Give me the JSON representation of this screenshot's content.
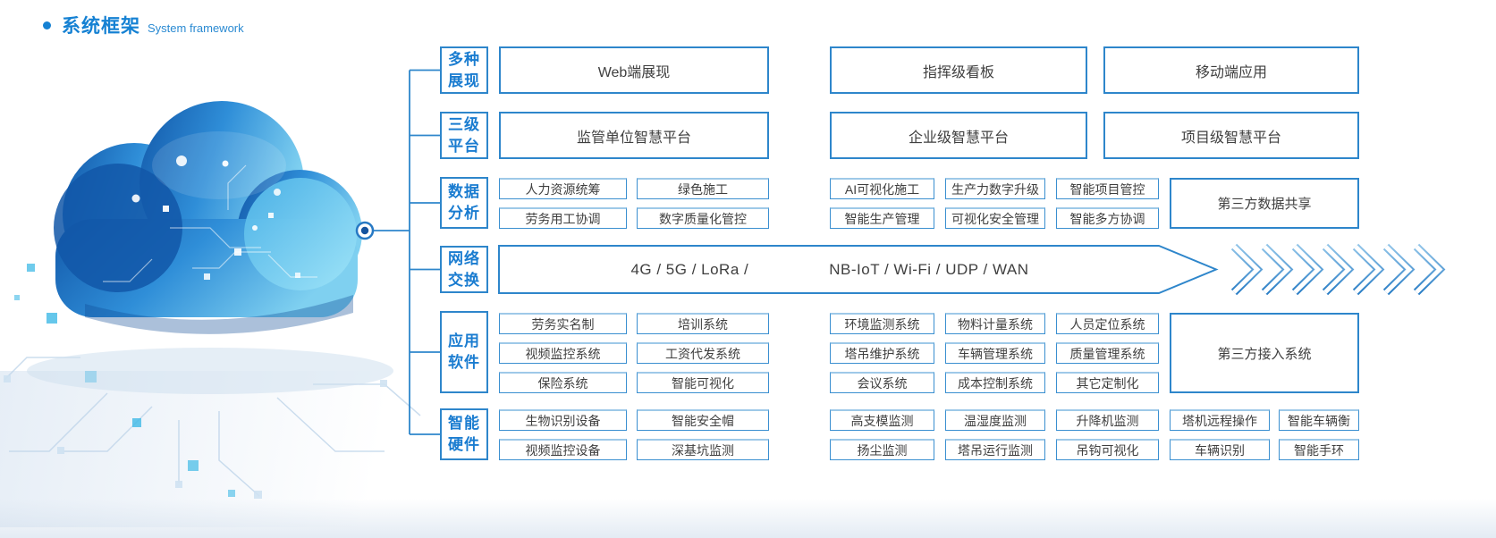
{
  "title": {
    "zh": "系统框架",
    "en": "System framework"
  },
  "colors": {
    "accent_blue": "#1581d3",
    "border_blue": "#2e86cb",
    "node_dark_blue": "#15539e",
    "text_dark": "#3f3f3f",
    "cloud_dark": "#1257a8",
    "cloud_light": "#8edff7",
    "cyan_square": "#3fb9e6"
  },
  "categories": [
    {
      "id": "display",
      "label": [
        "多种",
        "展现"
      ],
      "boxes": [
        "Web端展现",
        "指挥级看板",
        "移动端应用"
      ]
    },
    {
      "id": "platform",
      "label": [
        "三级",
        "平台"
      ],
      "boxes": [
        "监管单位智慧平台",
        "企业级智慧平台",
        "项目级智慧平台"
      ]
    },
    {
      "id": "data-analysis",
      "label": [
        "数据",
        "分析"
      ],
      "grid": [
        [
          "人力资源统筹",
          "绿色施工",
          "AI可视化施工",
          "生产力数字升级",
          "智能项目管控"
        ],
        [
          "劳务用工协调",
          "数字质量化管控",
          "智能生产管理",
          "可视化安全管理",
          "智能多方协调"
        ]
      ],
      "side_box": "第三方数据共享"
    },
    {
      "id": "network",
      "label": [
        "网络",
        "交换"
      ],
      "text_left": "4G / 5G / LoRa /",
      "text_right": "NB-IoT / Wi-Fi / UDP / WAN",
      "chevron_count": 7
    },
    {
      "id": "software",
      "label": [
        "应用",
        "软件"
      ],
      "grid": [
        [
          "劳务实名制",
          "培训系统",
          "环境监测系统",
          "物料计量系统",
          "人员定位系统"
        ],
        [
          "视频监控系统",
          "工资代发系统",
          "塔吊维护系统",
          "车辆管理系统",
          "质量管理系统"
        ],
        [
          "保险系统",
          "智能可视化",
          "会议系统",
          "成本控制系统",
          "其它定制化"
        ]
      ],
      "side_box": "第三方接入系统"
    },
    {
      "id": "hardware",
      "label": [
        "智能",
        "硬件"
      ],
      "grid": [
        [
          "生物识别设备",
          "智能安全帽",
          "高支模监测",
          "温湿度监测",
          "升降机监测",
          "塔机远程操作",
          "智能车辆衡"
        ],
        [
          "视频监控设备",
          "深基坑监测",
          "扬尘监测",
          "塔吊运行监测",
          "吊钩可视化",
          "车辆识别",
          "智能手环"
        ]
      ]
    }
  ]
}
